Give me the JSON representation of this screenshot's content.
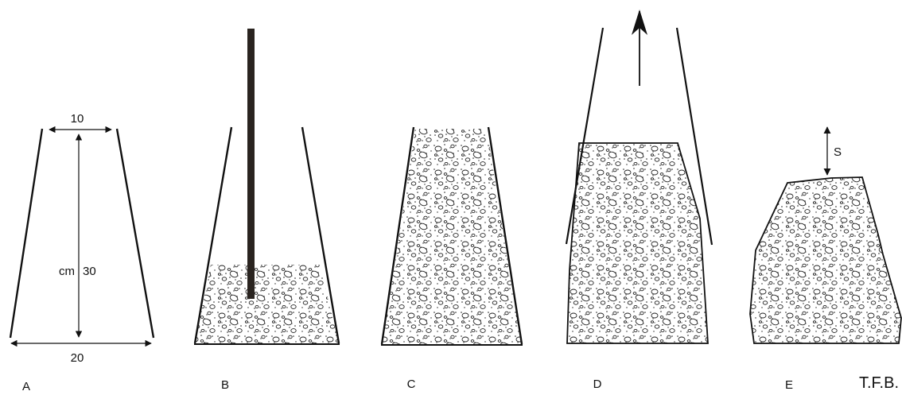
{
  "panels": [
    {
      "id": "A",
      "label": "A"
    },
    {
      "id": "B",
      "label": "B"
    },
    {
      "id": "C",
      "label": "C"
    },
    {
      "id": "D",
      "label": "D"
    },
    {
      "id": "E",
      "label": "E"
    }
  ],
  "dimensions": {
    "top": "10",
    "height_unit": "cm",
    "height": "30",
    "bottom": "20"
  },
  "slump_label": "S",
  "credit": "T.F.B.",
  "colors": {
    "ink": "#111111",
    "rod": "#2a2420",
    "paper": "#ffffff"
  }
}
